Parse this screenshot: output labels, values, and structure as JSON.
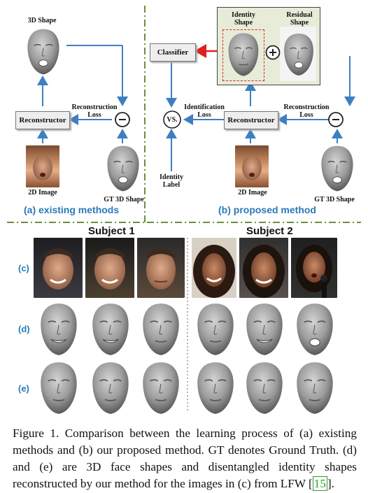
{
  "panel_a": {
    "shape_3d": "3D Shape",
    "reconstructor": "Reconstructor",
    "reconstruction_loss": "Reconstruction\nLoss",
    "minus": "−",
    "image_2d": "2D Image",
    "gt_shape": "GT 3D Shape",
    "caption": "(a) existing methods"
  },
  "panel_b": {
    "identity_shape": "Identity\nShape",
    "residual_shape": "Residual\nShape",
    "plus": "+",
    "classifier": "Classifier",
    "vs": "VS.",
    "identification_loss": "Identification\nLoss",
    "reconstructor": "Reconstructor",
    "reconstruction_loss": "Reconstruction\nLoss",
    "minus": "−",
    "identity_label": "Identity\nLabel",
    "image_2d": "2D Image",
    "gt_shape": "GT 3D Shape",
    "caption": "(b) proposed method"
  },
  "grid": {
    "subject1": "Subject 1",
    "subject2": "Subject 2",
    "row_c": "(c)",
    "row_d": "(d)",
    "row_e": "(e)"
  },
  "caption": {
    "text": "Figure 1. Comparison between the learning process of (a) existing methods and (b) our proposed method. GT denotes Ground Truth. (d) and (e) are 3D face shapes and disentangled identity shapes reconstructed by our method for the images in (c) from LFW [",
    "ref": "15",
    "end": "]."
  },
  "colors": {
    "accent_blue": "#2a7ab8",
    "arrow_blue": "#3e7fc1",
    "arrow_red": "#e02020",
    "divider_green": "#6b8f3a"
  }
}
